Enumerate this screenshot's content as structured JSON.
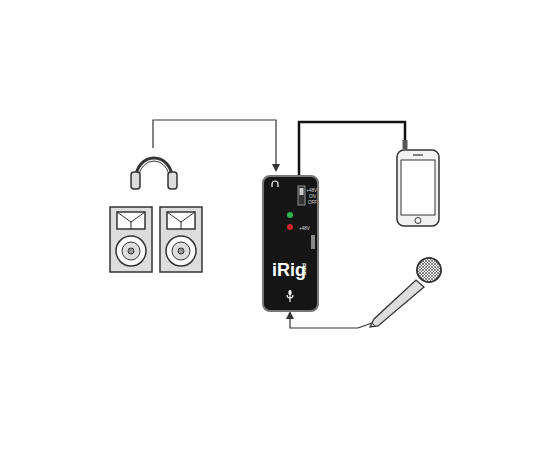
{
  "diagram": {
    "nodes": [
      {
        "text": [
          "iRig",
          "PRE",
          "+48V",
          "ON",
          "OFF",
          "+48V"
        ]
      }
    ]
  }
}
